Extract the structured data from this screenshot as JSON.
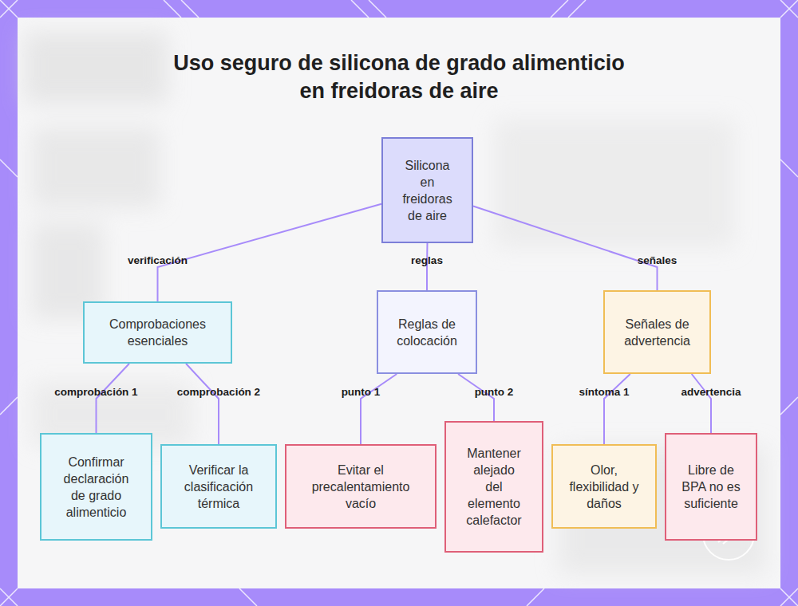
{
  "diagram": {
    "title": "Uso seguro de silicona de grado alimenticio en freidoras de aire",
    "nodes": [
      {
        "text": [
          "Silicona en freidoras de aire"
        ]
      },
      {
        "text": [
          "Comprobaciones esenciales"
        ]
      },
      {
        "text": [
          "Reglas de colocación"
        ]
      },
      {
        "text": [
          "Señales de advertencia"
        ]
      },
      {
        "text": [
          "Confirmar declaración de grado alimenticio"
        ]
      },
      {
        "text": [
          "Verificar la clasificación térmica"
        ]
      },
      {
        "text": [
          "Evitar el precalentamiento vacío"
        ]
      },
      {
        "text": [
          "Mantener alejado del elemento calefactor"
        ]
      },
      {
        "text": [
          "Olor, flexibilidad y daños"
        ]
      },
      {
        "text": [
          "Libre de BPA no es suficiente"
        ]
      }
    ],
    "edges": [
      {
        "from": 0,
        "to": 1,
        "label": "verificación",
        "arrow": "none"
      },
      {
        "from": 0,
        "to": 2,
        "label": "reglas",
        "arrow": "none"
      },
      {
        "from": 0,
        "to": 3,
        "label": "señales",
        "arrow": "none"
      },
      {
        "from": 1,
        "to": 4,
        "label": "comprobación 1",
        "arrow": "none"
      },
      {
        "from": 1,
        "to": 5,
        "label": "comprobación 2",
        "arrow": "none"
      },
      {
        "from": 2,
        "to": 6,
        "label": "punto 1",
        "arrow": "none"
      },
      {
        "from": 2,
        "to": 7,
        "label": "punto 2",
        "arrow": "none"
      },
      {
        "from": 3,
        "to": 8,
        "label": "síntoma 1",
        "arrow": "none"
      },
      {
        "from": 3,
        "to": 9,
        "label": "advertencia",
        "arrow": "none"
      }
    ]
  }
}
